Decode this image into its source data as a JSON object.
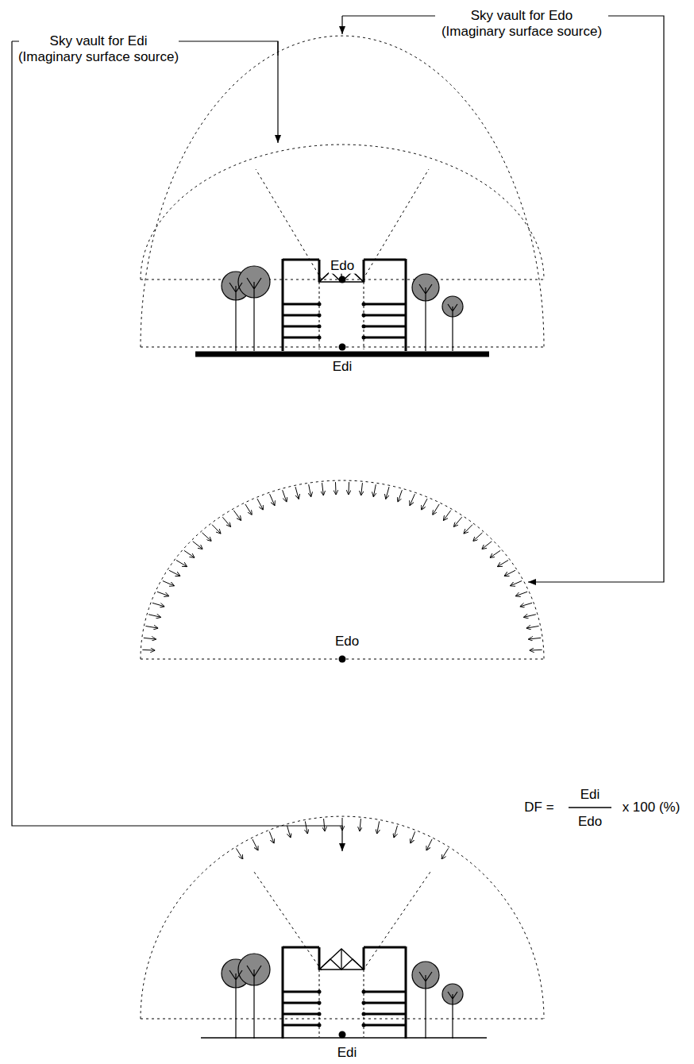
{
  "diagram": {
    "labels": [
      "Sky vault for Edi",
      "(Imaginary surface source)",
      "Sky vault for Edo",
      "(Imaginary surface source)",
      "Edo",
      "Edi",
      "Edo",
      "DF =",
      "Edi",
      "Edo",
      "x 100 (%)",
      "Edi"
    ]
  }
}
